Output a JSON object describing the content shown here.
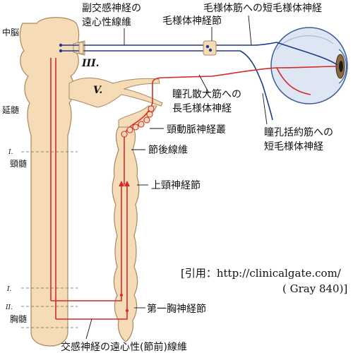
{
  "colors": {
    "tissue_fill": "#f6dcb6",
    "tissue_stroke": "#a8875e",
    "sympathetic_nerve": "#d42a2a",
    "parasympathetic_nerve": "#1e3a8a",
    "eye_fill": "#dde6f2",
    "eye_stroke": "#3b5b9a",
    "pupil": "#1a1a1a"
  },
  "labels": {
    "midbrain": "中脳",
    "medulla": "延髄",
    "cervical_cord": "頸髄",
    "thoracic_cord": "胸髄",
    "roman_I_cervical": "I.",
    "roman_I_thoracic": "I.",
    "roman_II_thoracic": "II.",
    "nerve_III": "III.",
    "nerve_V": "V.",
    "parasym_postganglionic_line1": "副交感神経の",
    "parasym_postganglionic_line2": "遠心性線維",
    "ciliary_ganglion": "毛様体神経節",
    "short_ciliary_to_ciliary_muscle": "毛様体筋への短毛様体神経",
    "long_ciliary_line1": "瞳孔散大筋への",
    "long_ciliary_line2": "長毛様体神経",
    "short_ciliary_sphincter_line1": "瞳孔括約筋への",
    "short_ciliary_sphincter_line2": "短毛様体神経",
    "carotid_plexus": "頸動脈神経叢",
    "postganglionic_fiber": "節後線維",
    "superior_cervical_ganglion": "上頸神経節",
    "first_thoracic_ganglion": "第一胸神経節",
    "sympathetic_preganglionic": "交感神経の遠心性(節前)線維"
  },
  "citation": {
    "line1": "[引用：http://clinicalgate.com/",
    "line2": "( Gray 840)]"
  }
}
